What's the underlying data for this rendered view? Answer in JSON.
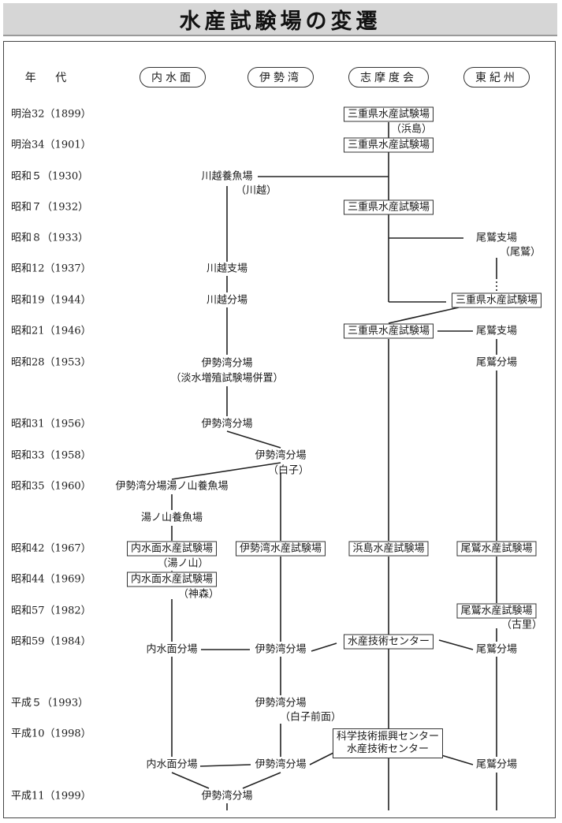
{
  "title": "水産試験場の変遷",
  "header": {
    "year_label": "年 代",
    "regions": [
      "内水面",
      "伊勢湾",
      "志摩度会",
      "東紀州"
    ]
  },
  "years": [
    "明治32（1899）",
    "明治34（1901）",
    "昭和５（1930）",
    "昭和７（1932）",
    "昭和８（1933）",
    "昭和12（1937）",
    "昭和19（1944）",
    "昭和21（1946）",
    "昭和28（1953）",
    "昭和31（1956）",
    "昭和33（1958）",
    "昭和35（1960）",
    "昭和42（1967）",
    "昭和44（1969）",
    "昭和57（1982）",
    "昭和59（1984）",
    "平成５（1993）",
    "平成10（1998）",
    "平成11（1999）"
  ],
  "nodes": {
    "shima_1899": "三重県水産試験場",
    "shima_1899_loc": "（浜島）",
    "shima_1901": "三重県水産試験場",
    "kawagoe_1930": "川越養魚場",
    "kawagoe_1930_loc": "（川越）",
    "shima_1932": "三重県水産試験場",
    "owase_1933": "尾鷲支場",
    "owase_1933_loc": "（尾鷲）",
    "kawagoe_1937": "川越支場",
    "kawagoe_1944": "川越分場",
    "owase_1944": "三重県水産試験場",
    "shima_1946": "三重県水産試験場",
    "owase_1946": "尾鷲支場",
    "ise_1953": "伊勢湾分場",
    "ise_1953_note": "（淡水増殖試験場併置）",
    "owase_1953": "尾鷲分場",
    "ise_1956": "伊勢湾分場",
    "ise_1958": "伊勢湾分場",
    "ise_1958_loc": "（白子）",
    "yunoyama_1960": "伊勢湾分場湯ノ山養魚場",
    "yunoyama_1964": "湯ノ山養魚場",
    "naisui_1967": "内水面水産試験場",
    "naisui_1967_loc": "（湯ノ山）",
    "ise_1967": "伊勢湾水産試験場",
    "hamajima_1967": "浜島水産試験場",
    "owase_1967": "尾鷲水産試験場",
    "naisui_1969": "内水面水産試験場",
    "naisui_1969_loc": "（神森）",
    "owase_1982": "尾鷲水産試験場",
    "owase_1982_loc": "（古里）",
    "center_1984": "水産技術センター",
    "naisui_1984": "内水面分場",
    "ise_1984": "伊勢湾分場",
    "owase_1984": "尾鷲分場",
    "ise_1993": "伊勢湾分場",
    "ise_1993_loc": "（白子前面）",
    "center_1998_a": "科学技術振興センター",
    "center_1998_b": "水産技術センター",
    "naisui_1998": "内水面分場",
    "ise_1998": "伊勢湾分場",
    "owase_1998": "尾鷲分場",
    "ise_1999": "伊勢湾分場"
  }
}
